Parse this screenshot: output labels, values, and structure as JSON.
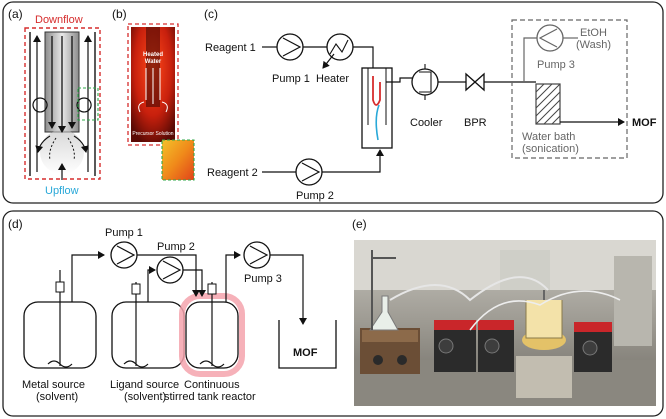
{
  "top_panel": {
    "a": {
      "tag": "(a)",
      "downflow": "Downflow",
      "upflow": "Upflow",
      "downflow_color": "#d62d2d",
      "upflow_color": "#29a8d8"
    },
    "b": {
      "tag": "(b)",
      "heated": "Heated",
      "water": "Water",
      "precursor": "Precursor Solution"
    },
    "c": {
      "tag": "(c)",
      "reagent1": "Reagent 1",
      "reagent2": "Reagent 2",
      "pump1": "Pump 1",
      "pump2": "Pump 2",
      "pump3": "Pump 3",
      "heater": "Heater",
      "cooler": "Cooler",
      "bpr": "BPR",
      "etoh": "EtOH",
      "wash": "(Wash)",
      "water_bath": "Water bath",
      "sonication": "(sonication)",
      "mof": "MOF"
    }
  },
  "bottom_panel": {
    "d": {
      "tag": "(d)",
      "pump1": "Pump 1",
      "pump2": "Pump 2",
      "pump3": "Pump 3",
      "metal": "Metal source",
      "metal_solvent": "(solvent)",
      "ligand": "Ligand source",
      "ligand_solvent": "(solvent)",
      "cstr1": "Continuous",
      "cstr2": "stirred tank reactor",
      "mof": "MOF",
      "highlight_color": "#f4a3ad"
    },
    "e": {
      "tag": "(e)"
    }
  }
}
